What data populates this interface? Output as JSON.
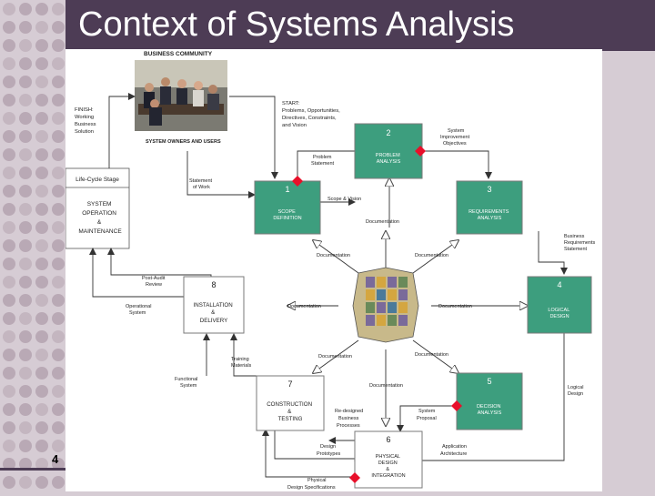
{
  "slide": {
    "title": "Context of Systems Analysis",
    "page_number": "4"
  },
  "diagram": {
    "community": {
      "header": "BUSINESS COMMUNITY",
      "caption": "SYSTEM OWNERS AND USERS"
    },
    "finish_label": [
      "FINISH:",
      "Working",
      "Business",
      "Solution"
    ],
    "start_label": [
      "START:",
      "Problems, Opportunities,",
      "Directives, Constraints,",
      "and Vision"
    ],
    "lifecycle": {
      "header": "Life-Cycle Stage",
      "lines": [
        "SYSTEM",
        "OPERATION",
        "&",
        "MAINTENANCE"
      ]
    },
    "phases": [
      {
        "num": "1",
        "lines": [
          "SCOPE",
          "DEFINITION"
        ]
      },
      {
        "num": "2",
        "lines": [
          "PROBLEM",
          "ANALYSIS"
        ]
      },
      {
        "num": "3",
        "lines": [
          "REQUIREMENTS",
          "ANALYSIS"
        ]
      },
      {
        "num": "4",
        "lines": [
          "LOGICAL",
          "DESIGN"
        ]
      },
      {
        "num": "5",
        "lines": [
          "DECISION",
          "ANALYSIS"
        ]
      },
      {
        "num": "6",
        "lines": [
          "PHYSICAL",
          "DESIGN",
          "&",
          "INTEGRATION"
        ]
      },
      {
        "num": "7",
        "lines": [
          "CONSTRUCTION",
          "&",
          "TESTING"
        ]
      },
      {
        "num": "8",
        "lines": [
          "INSTALLATION",
          "&",
          "DELIVERY"
        ]
      }
    ],
    "flow_labels": {
      "problem_statement": [
        "Problem",
        "Statement"
      ],
      "system_improvement_objectives": [
        "System",
        "Improvement",
        "Objectives"
      ],
      "statement_of_work": [
        "Statement",
        "of Work"
      ],
      "scope_vision": "Scope & Vision",
      "documentation": "Documentation",
      "business_requirements_statement": [
        "Business",
        "Requirements",
        "Statement"
      ],
      "post_audit_review": [
        "Post-Audit",
        "Review"
      ],
      "operational_system": [
        "Operational",
        "System"
      ],
      "training_materials": [
        "Training",
        "Materials"
      ],
      "functional_system": [
        "Functional",
        "System"
      ],
      "logical_design": [
        "Logical",
        "Design"
      ],
      "redesigned_business_processes": [
        "Re-designed",
        "Business",
        "Processes"
      ],
      "system_proposal": [
        "System",
        "Proposal"
      ],
      "design_prototypes": [
        "Design",
        "Prototypes"
      ],
      "application_architecture": [
        "Application",
        "Architecture"
      ],
      "physical_design_specifications": [
        "Physical",
        "Design Specifications"
      ]
    },
    "colors": {
      "phase_fill": "#3d9e7e",
      "diamond": "#e8102a",
      "title_bar": "#4d3c55",
      "background": "#d6ccd4"
    }
  }
}
